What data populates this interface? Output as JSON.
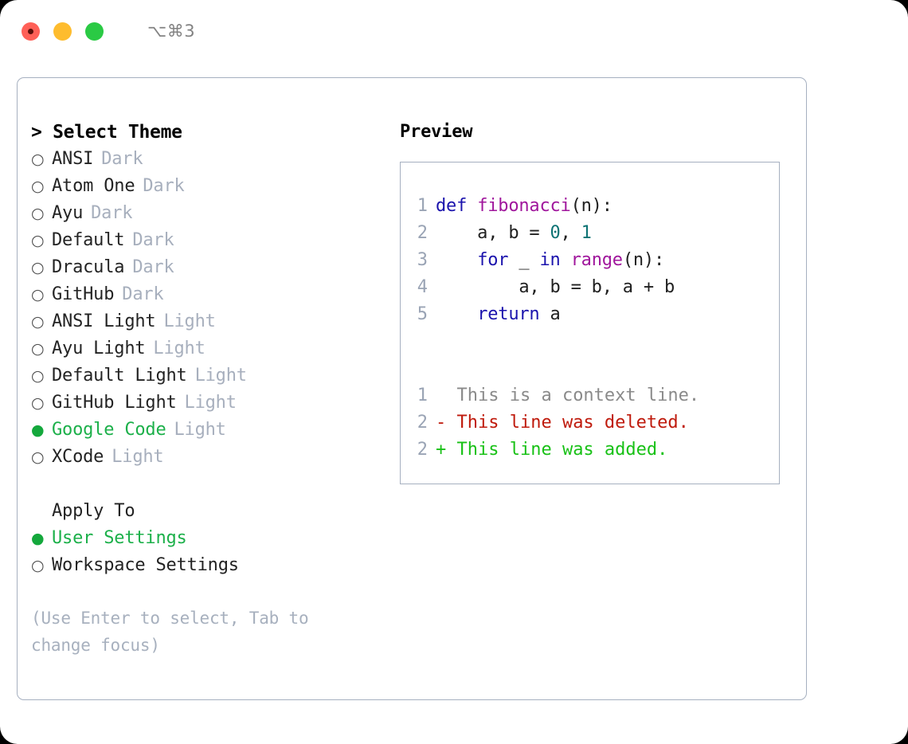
{
  "titlebar": {
    "shortcut": "⌥⌘3",
    "lights": [
      "close",
      "minimize",
      "zoom"
    ]
  },
  "theme_list": {
    "title": "> Select Theme",
    "items": [
      {
        "bullet": "○",
        "name": "ANSI",
        "tag": "Dark",
        "selected": false
      },
      {
        "bullet": "○",
        "name": "Atom One",
        "tag": "Dark",
        "selected": false
      },
      {
        "bullet": "○",
        "name": "Ayu",
        "tag": "Dark",
        "selected": false
      },
      {
        "bullet": "○",
        "name": "Default",
        "tag": "Dark",
        "selected": false
      },
      {
        "bullet": "○",
        "name": "Dracula",
        "tag": "Dark",
        "selected": false
      },
      {
        "bullet": "○",
        "name": "GitHub",
        "tag": "Dark",
        "selected": false
      },
      {
        "bullet": "○",
        "name": "ANSI Light",
        "tag": "Light",
        "selected": false
      },
      {
        "bullet": "○",
        "name": "Ayu Light",
        "tag": "Light",
        "selected": false
      },
      {
        "bullet": "○",
        "name": "Default Light",
        "tag": "Light",
        "selected": false
      },
      {
        "bullet": "○",
        "name": "GitHub Light",
        "tag": "Light",
        "selected": false
      },
      {
        "bullet": "●",
        "name": "Google Code",
        "tag": "Light",
        "selected": true
      },
      {
        "bullet": "○",
        "name": "XCode",
        "tag": "Light",
        "selected": false
      }
    ]
  },
  "apply_to": {
    "title": "Apply To",
    "items": [
      {
        "bullet": "●",
        "name": "User Settings",
        "selected": true
      },
      {
        "bullet": "○",
        "name": "Workspace Settings",
        "selected": false
      }
    ]
  },
  "hint": "(Use Enter to select, Tab to change focus)",
  "preview": {
    "title": "Preview",
    "code_lines": [
      {
        "ln": "1",
        "tokens": [
          {
            "t": "def ",
            "c": "kw"
          },
          {
            "t": "fibonacci",
            "c": "fn"
          },
          {
            "t": "(n):",
            "c": "plain"
          }
        ]
      },
      {
        "ln": "2",
        "tokens": [
          {
            "t": "    a, b = ",
            "c": "plain"
          },
          {
            "t": "0",
            "c": "num"
          },
          {
            "t": ", ",
            "c": "plain"
          },
          {
            "t": "1",
            "c": "num"
          }
        ]
      },
      {
        "ln": "3",
        "tokens": [
          {
            "t": "    ",
            "c": "plain"
          },
          {
            "t": "for",
            "c": "kw"
          },
          {
            "t": " _ ",
            "c": "plain"
          },
          {
            "t": "in",
            "c": "kw"
          },
          {
            "t": " ",
            "c": "plain"
          },
          {
            "t": "range",
            "c": "fn"
          },
          {
            "t": "(n):",
            "c": "plain"
          }
        ]
      },
      {
        "ln": "4",
        "tokens": [
          {
            "t": "        a, b = b, a + b",
            "c": "plain"
          }
        ]
      },
      {
        "ln": "5",
        "tokens": [
          {
            "t": "    ",
            "c": "plain"
          },
          {
            "t": "return",
            "c": "kw"
          },
          {
            "t": " a",
            "c": "plain"
          }
        ]
      }
    ],
    "diff_lines": [
      {
        "ln": "1",
        "marker": " ",
        "text": " This is a context line.",
        "kind": "context"
      },
      {
        "ln": "2",
        "marker": "-",
        "text": " This line was deleted.",
        "kind": "deleted"
      },
      {
        "ln": "2",
        "marker": "+",
        "text": " This line was added.",
        "kind": "added"
      }
    ]
  },
  "colors": {
    "accent_green": "#1cb04a",
    "selected_bullet": "#14a83c",
    "tag_gray": "#a7afbd",
    "hint_gray": "#a7b0be",
    "border": "#a6b0c0",
    "linenum": "#9aa4b5",
    "keyword": "#1b13ad",
    "function": "#a0169c",
    "number": "#0d7374",
    "diff_deleted": "#bf1a0c",
    "diff_added": "#18c116",
    "diff_context": "#8a8a8a",
    "light_red": "#ff6057",
    "light_yellow": "#febc2e",
    "light_green": "#2aca44"
  }
}
